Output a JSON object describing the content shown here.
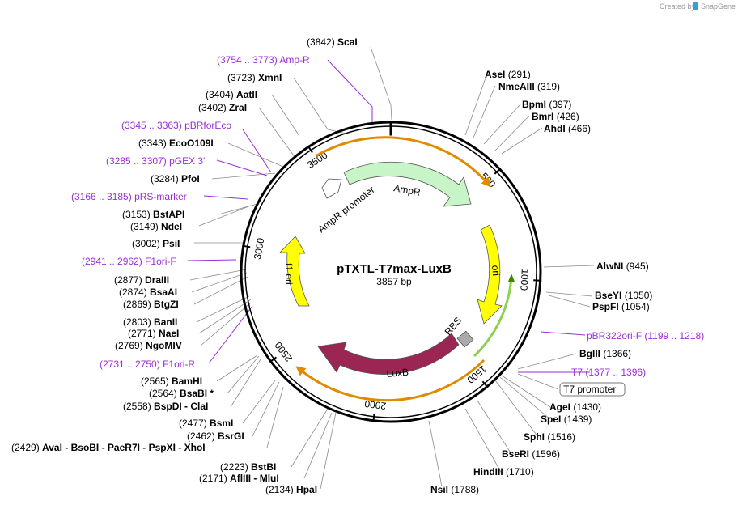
{
  "plasmid": {
    "name": "pTXTL-T7max-LuxB",
    "length_label": "3857 bp",
    "length": 3857
  },
  "credit": {
    "text": "Created by",
    "brand": "SnapGene"
  },
  "colors": {
    "backbone": "#000000",
    "ampr": "#c8f5c8",
    "ori": "#ffff00",
    "f1ori": "#ffff00",
    "luxb": "#9b2553",
    "rbs": "#aaaaaa",
    "promoter": "#ffffff",
    "orange_band": "#e08a00",
    "primer": "#9a2fd6",
    "line": "#888888"
  },
  "position_ticks": [
    "500",
    "1000",
    "1500",
    "2000",
    "2500",
    "3000",
    "3500"
  ],
  "features": [
    {
      "id": "ampr",
      "label": "AmpR"
    },
    {
      "id": "ampr-promoter",
      "label": "AmpR promoter"
    },
    {
      "id": "ori",
      "label": "ori"
    },
    {
      "id": "f1-ori",
      "label": "f1 ori"
    },
    {
      "id": "luxb",
      "label": "LuxB"
    },
    {
      "id": "rbs",
      "label": "RBS"
    },
    {
      "id": "t7-promoter",
      "label": "T7 promoter"
    }
  ],
  "enzymes": [
    {
      "text": "ScaI",
      "pos": "(3842)",
      "order": "pos-first"
    },
    {
      "text": "XmnI",
      "pos": "(3723)",
      "order": "pos-first"
    },
    {
      "text": "AatII",
      "pos": "(3404)",
      "order": "pos-first"
    },
    {
      "text": "ZraI",
      "pos": "(3402)",
      "order": "pos-first"
    },
    {
      "text": "EcoO109I",
      "pos": "(3343)",
      "order": "pos-first"
    },
    {
      "text": "PfoI",
      "pos": "(3284)",
      "order": "pos-first"
    },
    {
      "text": "BstAPI",
      "pos": "(3153)",
      "order": "pos-first"
    },
    {
      "text": "NdeI",
      "pos": "(3149)",
      "order": "pos-first"
    },
    {
      "text": "PsiI",
      "pos": "(3002)",
      "order": "pos-first"
    },
    {
      "text": "DraIII",
      "pos": "(2877)",
      "order": "pos-first"
    },
    {
      "text": "BsaAI",
      "pos": "(2874)",
      "order": "pos-first"
    },
    {
      "text": "BtgZI",
      "pos": "(2869)",
      "order": "pos-first"
    },
    {
      "text": "BanII",
      "pos": "(2803)",
      "order": "pos-first"
    },
    {
      "text": "NaeI",
      "pos": "(2771)",
      "order": "pos-first"
    },
    {
      "text": "NgoMIV",
      "pos": "(2769)",
      "order": "pos-first"
    },
    {
      "text": "BamHI",
      "pos": "(2565)",
      "order": "pos-first"
    },
    {
      "text": "BsaBI *",
      "pos": "(2564)",
      "order": "pos-first"
    },
    {
      "text": "BspDI - ClaI",
      "pos": "(2558)",
      "order": "pos-first"
    },
    {
      "text": "BsmI",
      "pos": "(2477)",
      "order": "pos-first"
    },
    {
      "text": "BsrGI",
      "pos": "(2462)",
      "order": "pos-first"
    },
    {
      "text": "AvaI - BsoBI - PaeR7I - PspXI - XhoI",
      "pos": "(2429)",
      "order": "pos-first"
    },
    {
      "text": "BstBI",
      "pos": "(2223)",
      "order": "pos-first"
    },
    {
      "text": "AflIII - MluI",
      "pos": "(2171)",
      "order": "pos-first"
    },
    {
      "text": "HpaI",
      "pos": "(2134)",
      "order": "pos-first"
    },
    {
      "text": "NsiI",
      "pos": "(1788)",
      "order": "name-first"
    },
    {
      "text": "HindIII",
      "pos": "(1710)",
      "order": "name-first"
    },
    {
      "text": "BseRI",
      "pos": "(1596)",
      "order": "name-first"
    },
    {
      "text": "SphI",
      "pos": "(1516)",
      "order": "name-first"
    },
    {
      "text": "SpeI",
      "pos": "(1439)",
      "order": "name-first"
    },
    {
      "text": "AgeI",
      "pos": "(1430)",
      "order": "name-first"
    },
    {
      "text": "BglII",
      "pos": "(1366)",
      "order": "name-first"
    },
    {
      "text": "PspFI",
      "pos": "(1054)",
      "order": "name-first"
    },
    {
      "text": "BseYI",
      "pos": "(1050)",
      "order": "name-first"
    },
    {
      "text": "AlwNI",
      "pos": "(945)",
      "order": "name-first"
    },
    {
      "text": "AhdI",
      "pos": "(466)",
      "order": "name-first"
    },
    {
      "text": "BmrI",
      "pos": "(426)",
      "order": "name-first"
    },
    {
      "text": "BpmI",
      "pos": "(397)",
      "order": "name-first"
    },
    {
      "text": "NmeAIII",
      "pos": "(319)",
      "order": "name-first"
    },
    {
      "text": "AseI",
      "pos": "(291)",
      "order": "name-first"
    }
  ],
  "primers": [
    {
      "name": "Amp-R",
      "range": "(3754 .. 3773)",
      "order": "range-first"
    },
    {
      "name": "pBRforEco",
      "range": "(3345 .. 3363)",
      "order": "range-first"
    },
    {
      "name": "pGEX 3'",
      "range": "(3285 .. 3307)",
      "order": "range-first"
    },
    {
      "name": "pRS-marker",
      "range": "(3166 .. 3185)",
      "order": "range-first"
    },
    {
      "name": "F1ori-F",
      "range": "(2941 .. 2962)",
      "order": "range-first"
    },
    {
      "name": "F1ori-R",
      "range": "(2731 .. 2750)",
      "order": "range-first"
    },
    {
      "name": "pBR322ori-F",
      "range": "(1199 .. 1218)",
      "order": "name-first"
    },
    {
      "name": "T7",
      "range": "(1377 .. 1396)",
      "order": "name-first"
    }
  ]
}
